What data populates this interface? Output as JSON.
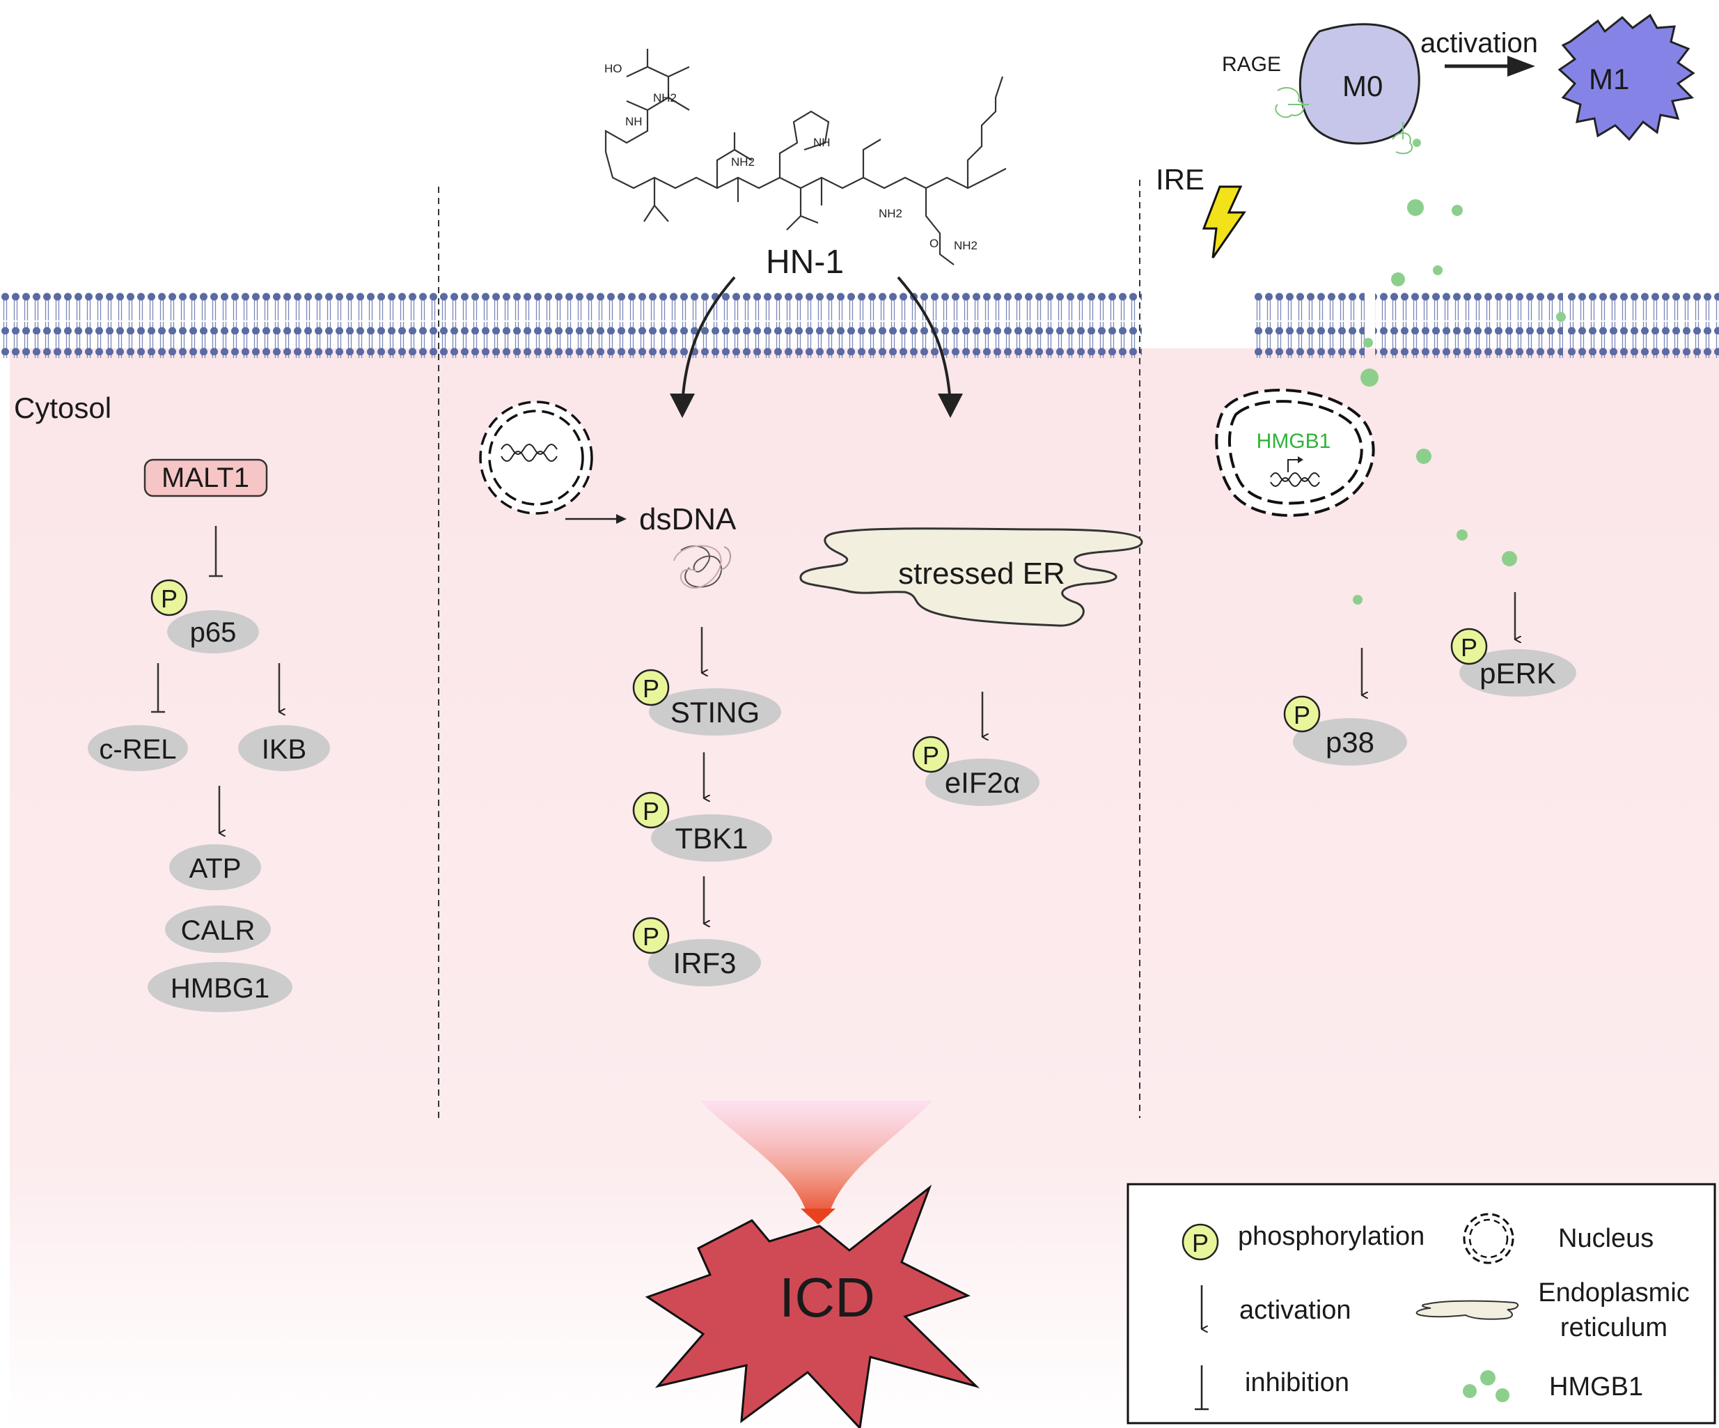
{
  "stimulus": {
    "drug": "HN-1",
    "ire": "IRE"
  },
  "macrophage": {
    "rage": "RAGE",
    "m0": "M0",
    "m1": "M1",
    "activation": "activation"
  },
  "regions": {
    "cytosol": "Cytosol"
  },
  "left_pathway": {
    "malt1": "MALT1",
    "p65": "p65",
    "crel": "c-REL",
    "ikb": "IKB",
    "atp": "ATP",
    "calr": "CALR",
    "hmbg1": "HMBG1"
  },
  "middle_pathway": {
    "dsdna": "dsDNA",
    "sting": "STING",
    "tbk1": "TBK1",
    "irf3": "IRF3",
    "er": "stressed ER",
    "eif2a": "eIF2α"
  },
  "right_pathway": {
    "nucleus_gene": "HMGB1",
    "p38": "p38",
    "perk": "pERK"
  },
  "phospho_symbol": "P",
  "outcome": "ICD",
  "legend": {
    "phosphorylation": "phosphorylation",
    "activation": "activation",
    "inhibition": "inhibition",
    "nucleus": "Nucleus",
    "er_line1": "Endoplasmic",
    "er_line2": "reticulum",
    "hmgb1": "HMGB1"
  },
  "chem_labels": {
    "ho": "HO",
    "nh2_1": "NH2",
    "nh_1": "NH",
    "nh2_2": "NH2",
    "nh_2": "NH",
    "nh2_3": "NH2",
    "o_1": "O"
  },
  "colors": {
    "cytosol": "#fbe8ea",
    "protein": "#cccccc",
    "phospho": "#e8f59a",
    "malt1_fill": "#f6c6c6",
    "hmgb1_dot": "#8ccf8c",
    "icd_star": "#d04a55",
    "m0": "#c5c6ea",
    "m1": "#8584e6",
    "lightning": "#f2e21a",
    "membrane_head": "#5a6aa3"
  }
}
